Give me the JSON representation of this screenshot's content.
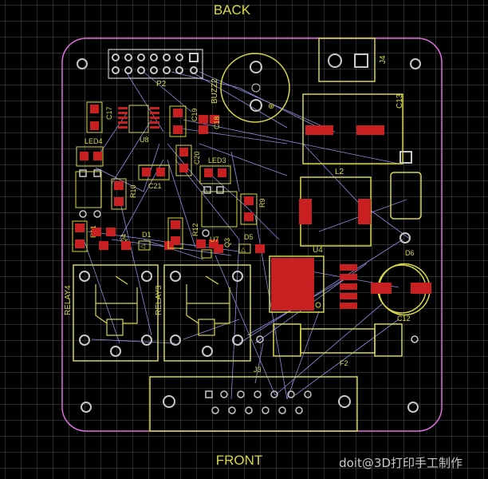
{
  "board": {
    "top_label": "BACK",
    "bottom_label": "FRONT",
    "outline_color": "#e070e0",
    "silk_color": "#d8d84a",
    "pad_color": "#c82020",
    "hole_color": "#c8c8c8",
    "grid_color": "#555555",
    "ratsnest_color": "#8f8fe0"
  },
  "designators": {
    "P2": "P2",
    "BUZZ2": "BUZZ2",
    "J4": "J4",
    "C13": "C13",
    "C17": "C17",
    "U8": "U8",
    "C19": "C19",
    "C18": "C18",
    "LED4": "LED4",
    "C20": "C20",
    "C21": "C21",
    "LED3": "LED3",
    "L2": "L2",
    "R10": "R10",
    "R9": "R9",
    "R11": "R11",
    "D1": "D1",
    "Q4": "Q4",
    "R12": "R12",
    "U7": "U7",
    "Q3": "Q3",
    "D5": "D5",
    "U4": "U4",
    "D6": "D6",
    "C12": "C12",
    "RELAY4": "RELAY4",
    "RELAY3": "RELAY3",
    "J3": "J3",
    "F2": "F2"
  },
  "watermark": "doit@3D打印手工制作"
}
